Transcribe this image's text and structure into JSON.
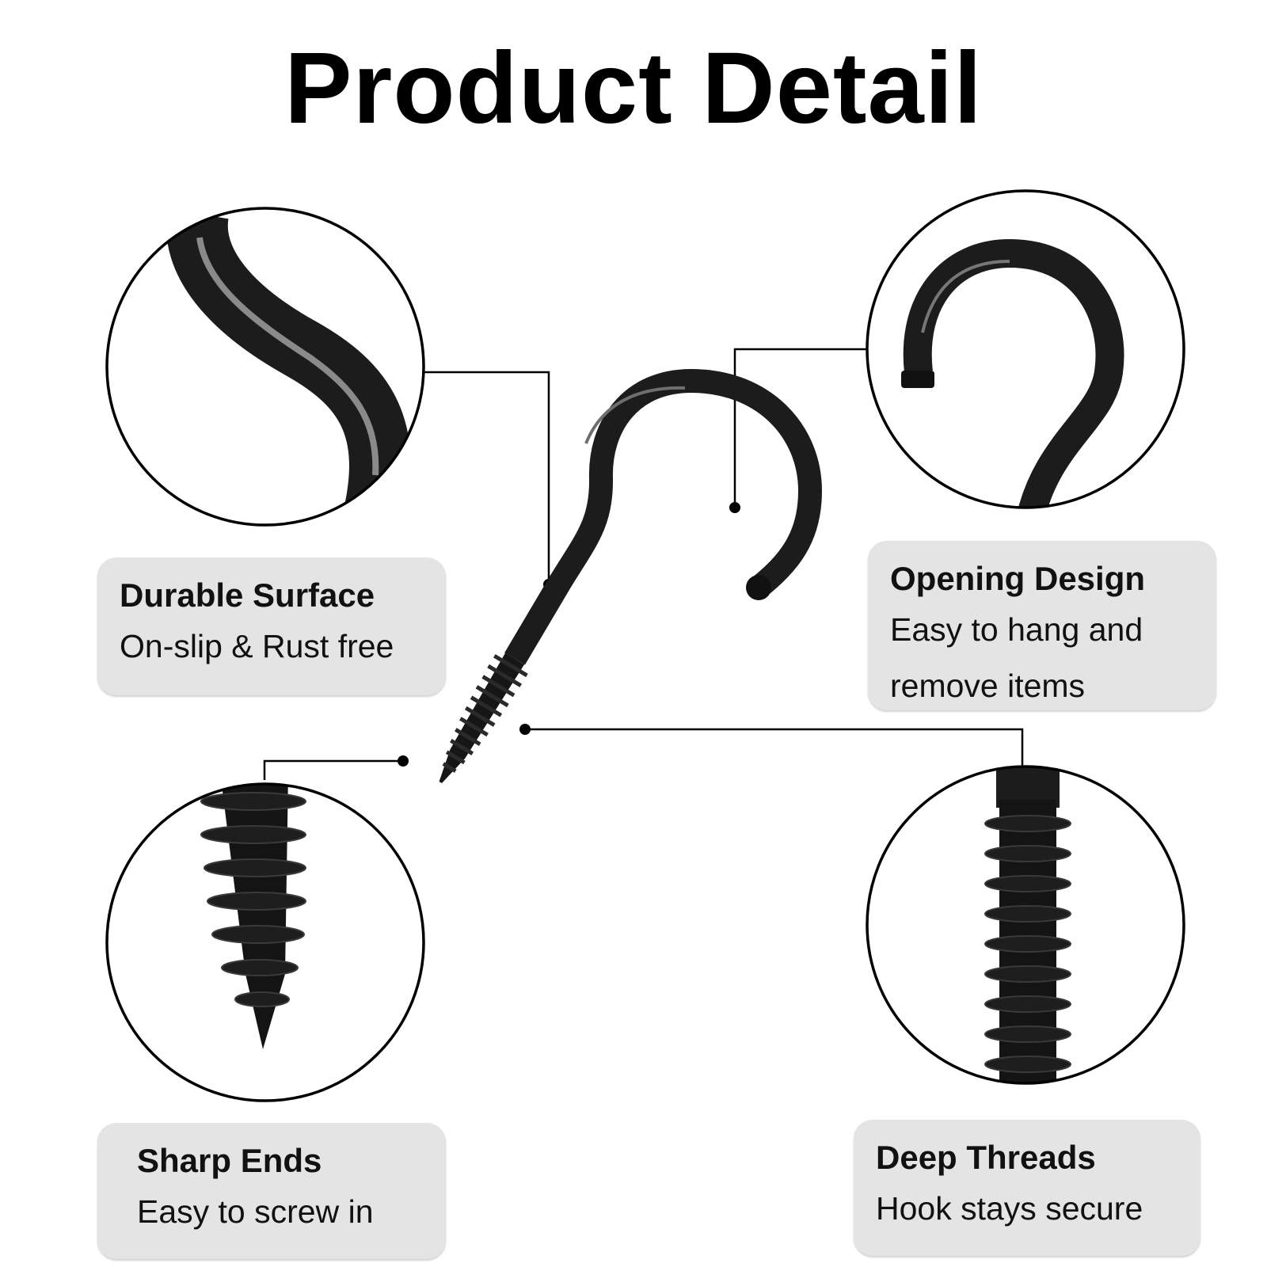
{
  "title": "Product Detail",
  "colors": {
    "metal": "#1c1c1c",
    "callout_bg": "#e4e4e4",
    "line": "#000000"
  },
  "callouts": {
    "durable": {
      "heading": "Durable Surface",
      "body": "On-slip & Rust free"
    },
    "opening": {
      "heading": "Opening Design",
      "body": "Easy to hang and\nremove items"
    },
    "sharp": {
      "heading": "Sharp Ends",
      "body": "Easy to screw in"
    },
    "deep": {
      "heading": "Deep Threads",
      "body": "Hook stays secure"
    }
  }
}
